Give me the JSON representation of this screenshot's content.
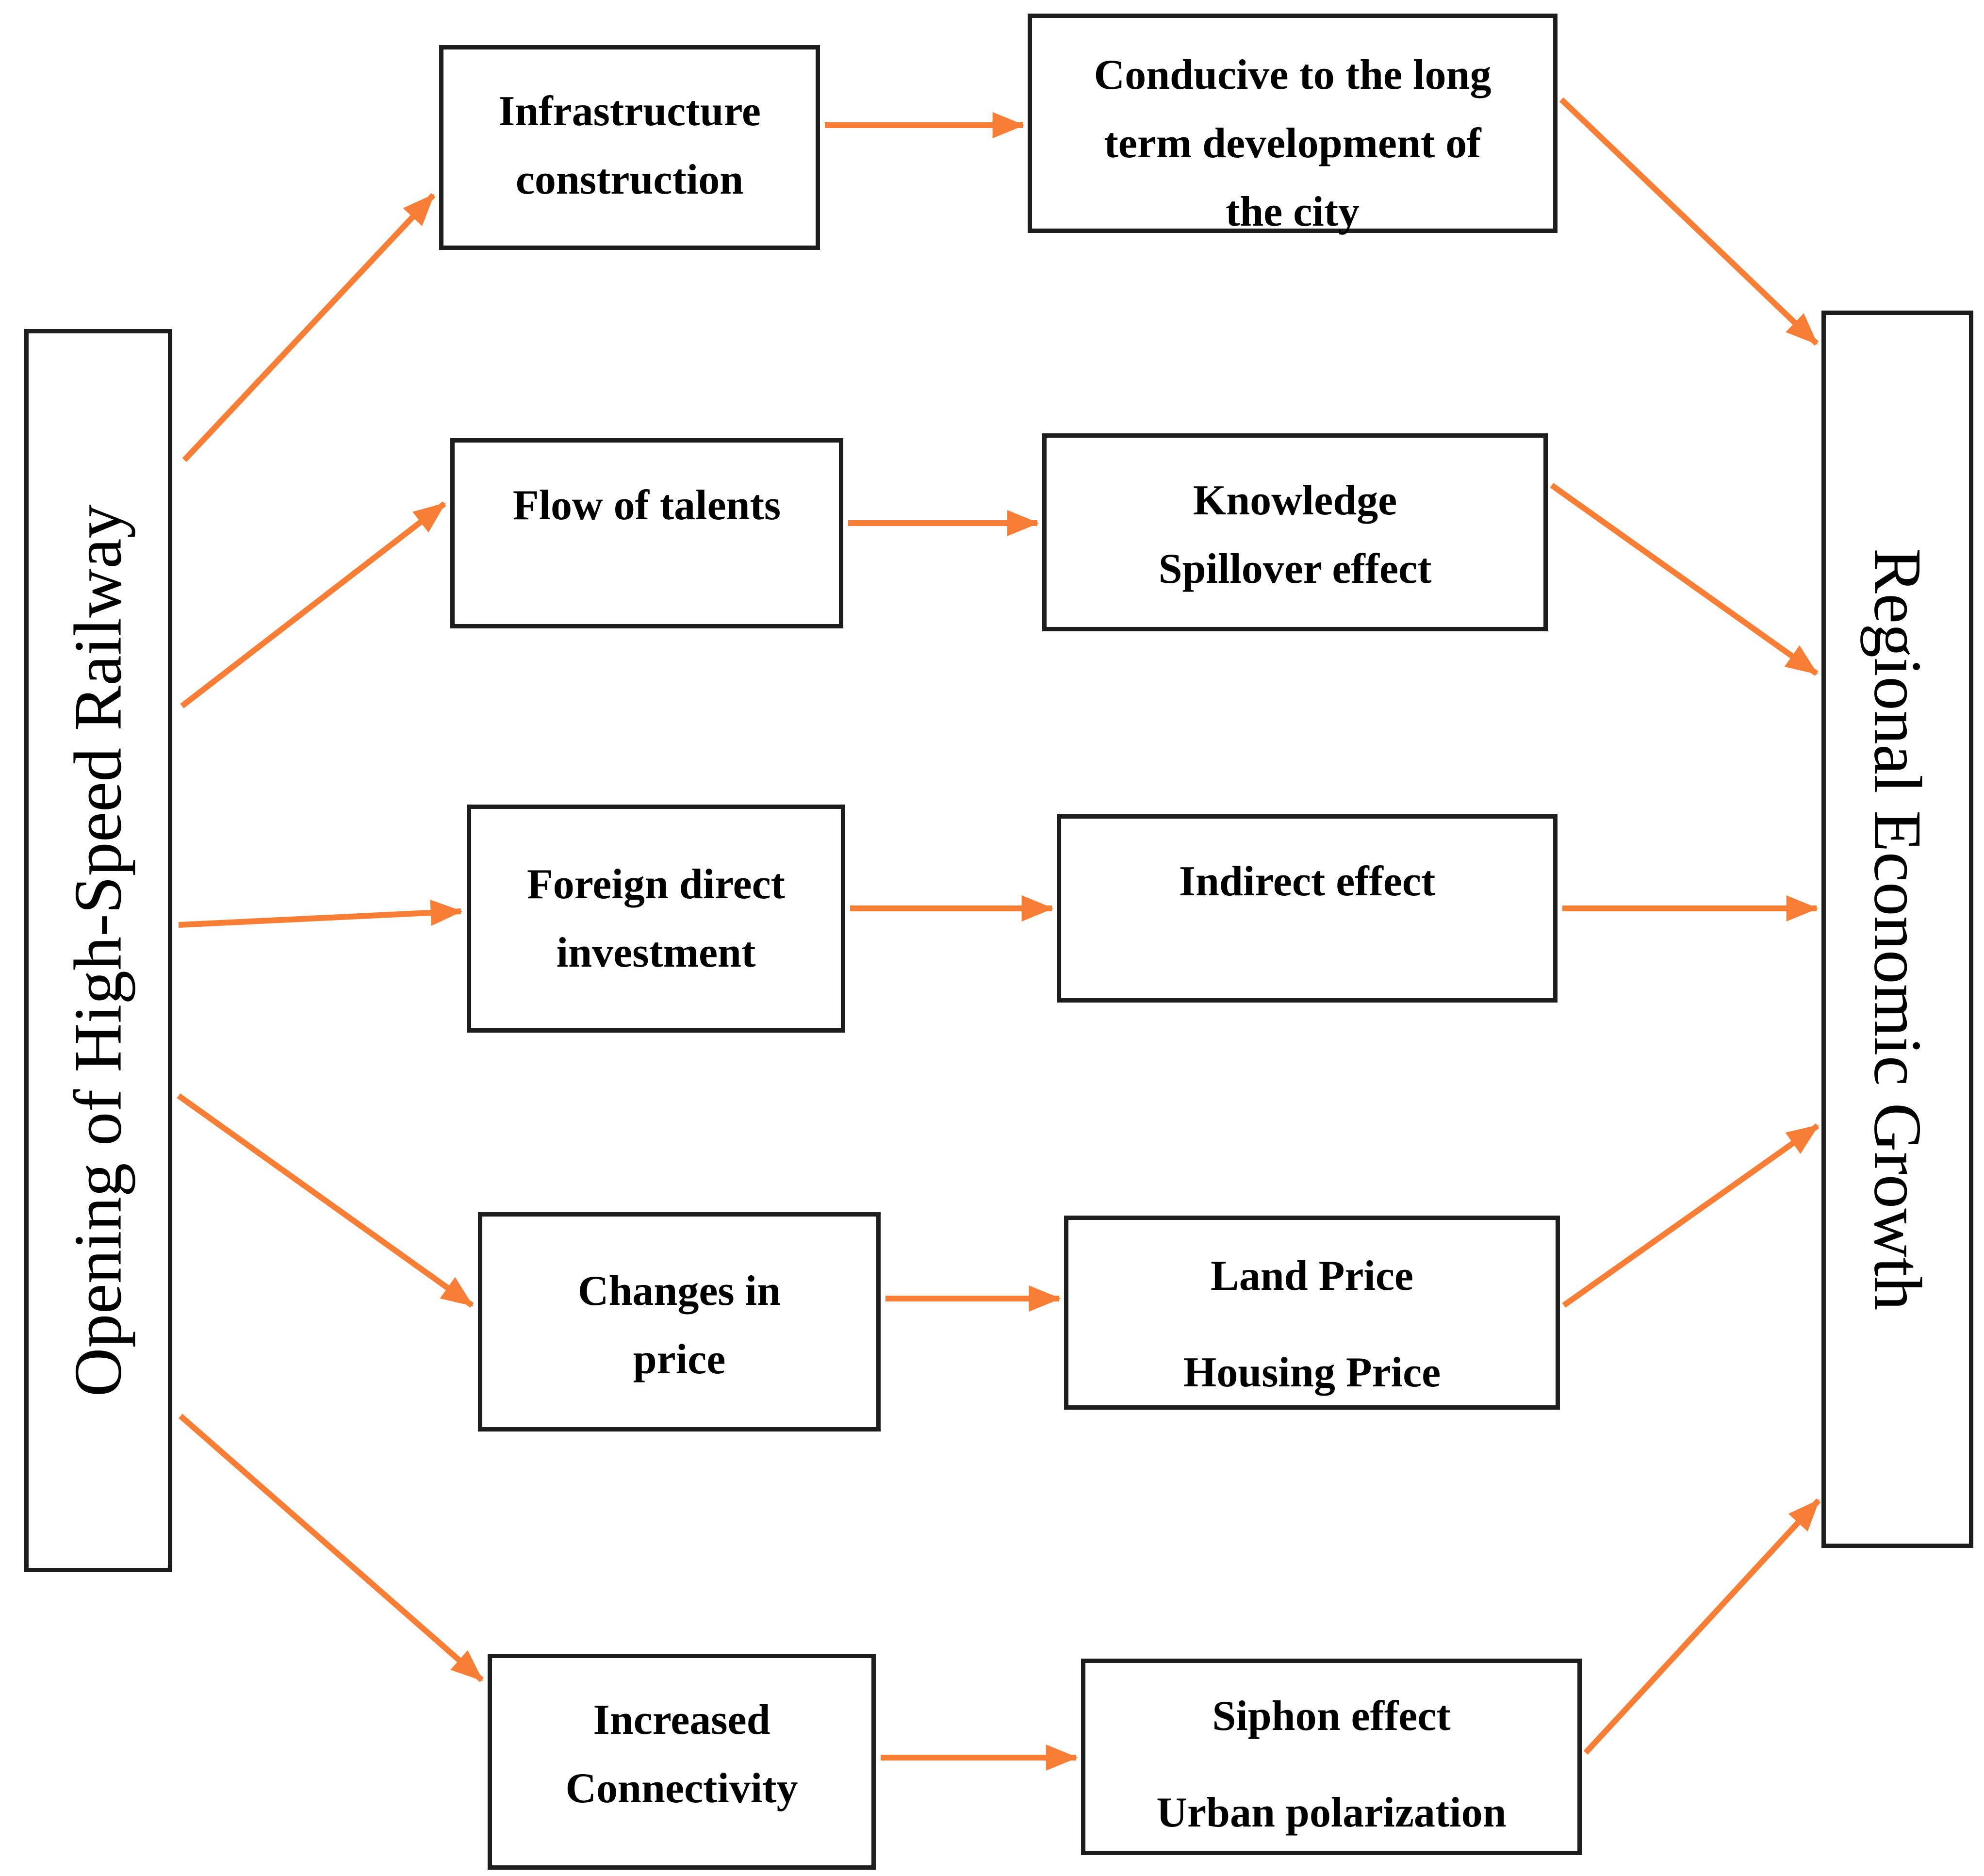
{
  "figure": {
    "description": "Flow diagram linking the opening of high-speed railway to regional economic growth through five channels"
  },
  "flow": {
    "source": {
      "label": "Opening of High-Speed Railway"
    },
    "sink": {
      "label": "Regional Economic Growth"
    },
    "causes": [
      {
        "lines": [
          "Infrastructure",
          "construction"
        ]
      },
      {
        "lines": [
          "Flow of talents"
        ]
      },
      {
        "lines": [
          "Foreign direct",
          "investment"
        ]
      },
      {
        "lines": [
          "Changes in",
          "price"
        ]
      },
      {
        "lines": [
          "Increased",
          "Connectivity"
        ]
      }
    ],
    "effects": [
      {
        "lines": [
          "Conducive to the long",
          "term development of",
          "the city"
        ]
      },
      {
        "lines": [
          "Knowledge",
          "Spillover effect"
        ]
      },
      {
        "lines": [
          "Indirect effect"
        ]
      },
      {
        "lines": [
          "Land Price",
          "Housing Price"
        ]
      },
      {
        "lines": [
          "Siphon effect",
          "Urban polarization"
        ]
      }
    ]
  },
  "colors": {
    "arrow": "#F97E35",
    "border": "#1D1D1D",
    "text": "#000000",
    "background": "#FFFFFF"
  }
}
